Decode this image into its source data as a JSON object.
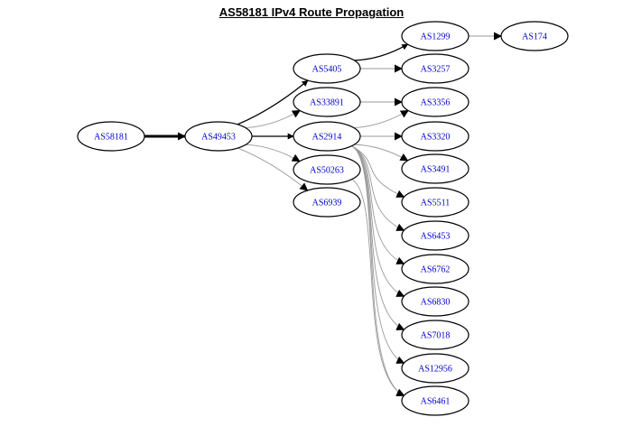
{
  "title": "AS58181 IPv4 Route Propagation",
  "colors": {
    "node_stroke": "#000000",
    "label_text": "#0000cc",
    "edge_dark": "#000000",
    "edge_light": "#9a9a9a",
    "background": "#ffffff"
  },
  "nodes": [
    {
      "id": "AS58181"
    },
    {
      "id": "AS49453"
    },
    {
      "id": "AS5405"
    },
    {
      "id": "AS33891"
    },
    {
      "id": "AS2914"
    },
    {
      "id": "AS50263"
    },
    {
      "id": "AS6939"
    },
    {
      "id": "AS1299"
    },
    {
      "id": "AS3257"
    },
    {
      "id": "AS3356"
    },
    {
      "id": "AS3320"
    },
    {
      "id": "AS3491"
    },
    {
      "id": "AS5511"
    },
    {
      "id": "AS6453"
    },
    {
      "id": "AS6762"
    },
    {
      "id": "AS6830"
    },
    {
      "id": "AS7018"
    },
    {
      "id": "AS12956"
    },
    {
      "id": "AS6461"
    },
    {
      "id": "AS174"
    }
  ],
  "edges": [
    {
      "from": "AS58181",
      "to": "AS49453",
      "weight": "heavy"
    },
    {
      "from": "AS49453",
      "to": "AS5405",
      "weight": "dark"
    },
    {
      "from": "AS49453",
      "to": "AS33891",
      "weight": "light"
    },
    {
      "from": "AS49453",
      "to": "AS2914",
      "weight": "dark"
    },
    {
      "from": "AS49453",
      "to": "AS50263",
      "weight": "light"
    },
    {
      "from": "AS49453",
      "to": "AS6939",
      "weight": "light"
    },
    {
      "from": "AS5405",
      "to": "AS1299",
      "weight": "dark"
    },
    {
      "from": "AS5405",
      "to": "AS3257",
      "weight": "light"
    },
    {
      "from": "AS1299",
      "to": "AS174",
      "weight": "light"
    },
    {
      "from": "AS33891",
      "to": "AS3356",
      "weight": "light"
    },
    {
      "from": "AS2914",
      "to": "AS3356",
      "weight": "light"
    },
    {
      "from": "AS2914",
      "to": "AS3320",
      "weight": "light"
    },
    {
      "from": "AS2914",
      "to": "AS3491",
      "weight": "light"
    },
    {
      "from": "AS2914",
      "to": "AS5511",
      "weight": "light"
    },
    {
      "from": "AS2914",
      "to": "AS6453",
      "weight": "light"
    },
    {
      "from": "AS2914",
      "to": "AS6762",
      "weight": "light"
    },
    {
      "from": "AS2914",
      "to": "AS6830",
      "weight": "light"
    },
    {
      "from": "AS2914",
      "to": "AS7018",
      "weight": "light"
    },
    {
      "from": "AS2914",
      "to": "AS12956",
      "weight": "light"
    },
    {
      "from": "AS2914",
      "to": "AS6461",
      "weight": "light"
    },
    {
      "from": "AS50263",
      "to": "AS6461",
      "weight": "light"
    }
  ]
}
